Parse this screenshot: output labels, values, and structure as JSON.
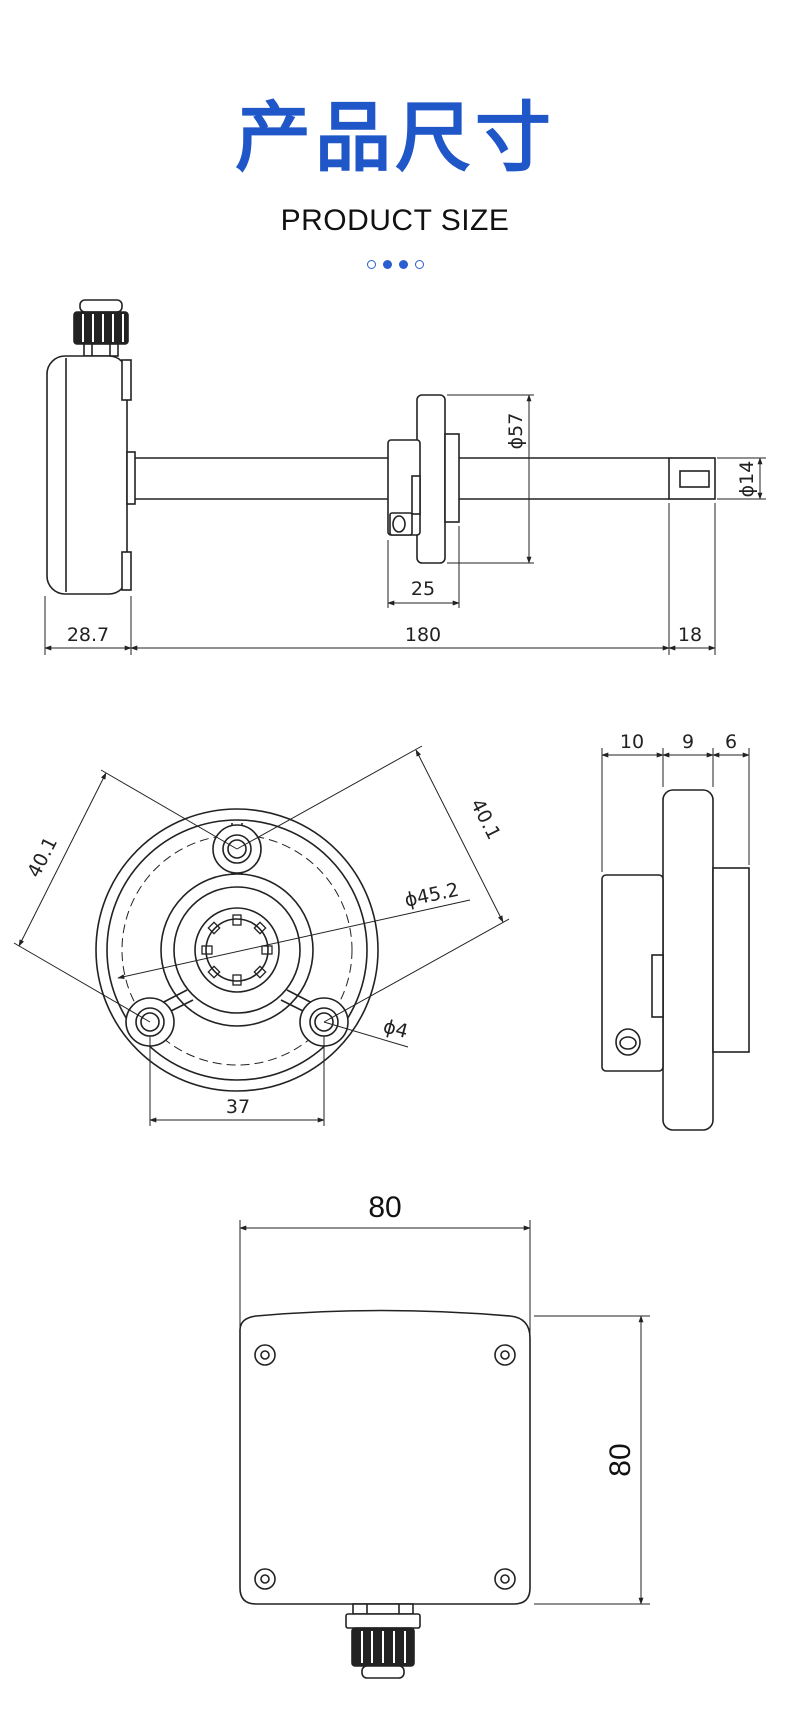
{
  "header": {
    "title_cn": "产品尺寸",
    "title_en": "PRODUCT SIZE",
    "dots": [
      "hollow",
      "filled",
      "filled",
      "hollow"
    ]
  },
  "side_view": {
    "dim_housing_depth": "28.7",
    "dim_probe_length": "180",
    "dim_tip_length": "18",
    "dim_flange_width": "25",
    "dim_flange_diameter": "ϕ57",
    "dim_probe_diameter": "ϕ14"
  },
  "flange_view": {
    "dim_hole_spacing_left": "40.1",
    "dim_hole_spacing_right": "40.1",
    "dim_pitch_diameter": "ϕ45.2",
    "dim_hole_diameter": "ϕ4",
    "dim_hole_spacing_bottom": "37"
  },
  "flange_side_view": {
    "dim_a": "10",
    "dim_b": "9",
    "dim_c": "6"
  },
  "housing_front_view": {
    "dim_width": "80",
    "dim_height": "80"
  },
  "colors": {
    "accent": "#1f56c8",
    "line": "#222222"
  }
}
